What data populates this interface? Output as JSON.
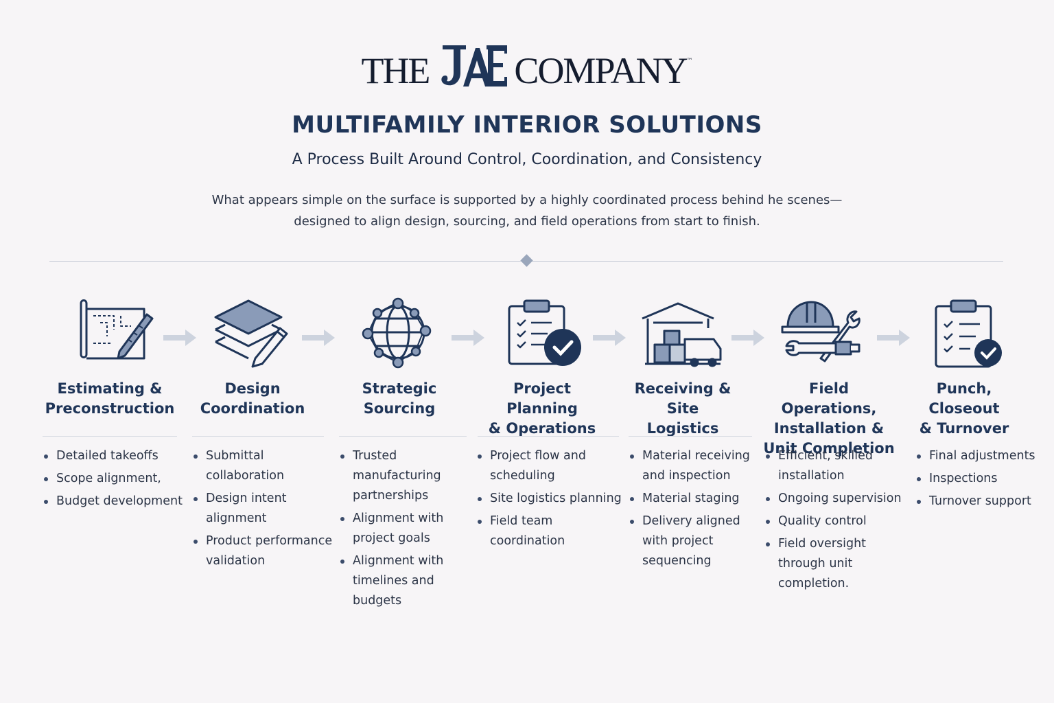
{
  "logo": {
    "left": "THE",
    "mark": "JAE",
    "right": "COMPANY",
    "tm": "™"
  },
  "title": "MULTIFAMILY INTERIOR SOLUTIONS",
  "subtitle": "A Process Built Around Control, Coordination, and Consistency",
  "intro": {
    "line1": "What appears simple on the surface is supported by a highly coordinated process behind he scenes—",
    "line2": "designed to align design, sourcing, and field operations from start to finish."
  },
  "colors": {
    "navy": "#1f3558",
    "text": "#2b3446",
    "bg": "#f7f5f7",
    "arrow": "#c9cfda"
  },
  "steps": [
    {
      "icon": "blueprint-ruler-icon",
      "title": [
        "Estimating &",
        "Preconstruction"
      ],
      "bullets": [
        "Detailed takeoffs",
        "Scope alignment,",
        "Budget development"
      ]
    },
    {
      "icon": "layers-pencil-icon",
      "title": [
        "Design",
        "Coordination"
      ],
      "bullets": [
        "Submittal collaboration",
        "Design intent alignment",
        "Product performance validation"
      ]
    },
    {
      "icon": "global-network-icon",
      "title": [
        "Strategic",
        "Sourcing"
      ],
      "bullets": [
        "Trusted manufacturing partnerships",
        "Alignment with project goals",
        "Alignment with timelines and budgets"
      ]
    },
    {
      "icon": "clipboard-check-icon",
      "title": [
        "Project Planning",
        "& Operations"
      ],
      "bullets": [
        "Project flow and scheduling",
        "Site logistics planning",
        "Field team coordination"
      ]
    },
    {
      "icon": "warehouse-truck-icon",
      "title": [
        "Receiving &",
        "Site Logistics"
      ],
      "bullets": [
        "Material receiving and inspection",
        "Material staging",
        "Delivery aligned with project sequencing"
      ]
    },
    {
      "icon": "hardhat-tools-icon",
      "title": [
        "Field Operations,",
        "Installation &",
        "Unit Completion"
      ],
      "bullets": [
        "Efficient, skilled installation",
        "Ongoing supervision",
        "Quality control",
        "Field oversight through unit completion."
      ]
    },
    {
      "icon": "checklist-check-icon",
      "title": [
        "Punch,",
        "Closeout",
        "& Turnover"
      ],
      "bullets": [
        "Final adjustments",
        "Inspections",
        "Turnover support"
      ]
    }
  ]
}
